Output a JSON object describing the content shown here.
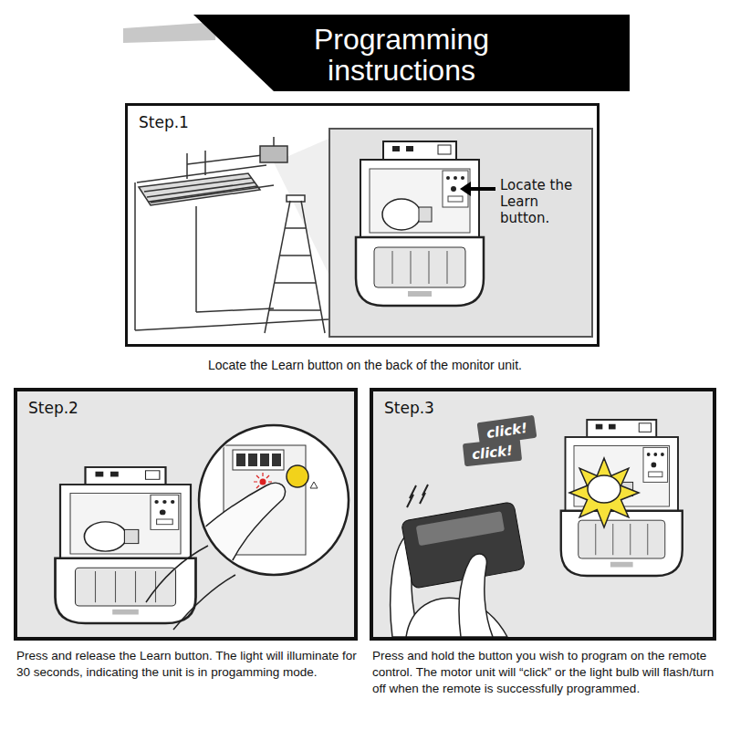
{
  "diagram": {
    "title": "Programming instructions",
    "nodes": [
      {
        "text": [
          "Step.1"
        ]
      },
      {
        "text": [
          "Locate the Learn button."
        ],
        "in": 0
      },
      {
        "text": [
          "Step.2"
        ]
      },
      {
        "text": [
          "Step.3"
        ]
      },
      {
        "text": [
          "click!"
        ],
        "in": 3
      },
      {
        "text": [
          "click!"
        ],
        "in": 3
      }
    ],
    "labels": [
      "Locate the Learn button on the back of the monitor unit.",
      "Press and release the Learn button. The light will illuminate for 30 seconds, indicating the unit is in progamming mode.",
      "Press and hold the button you wish to program on the remote control. The motor unit will “click” or the light bulb will flash/turn off when the remote is successfully programmed."
    ]
  }
}
